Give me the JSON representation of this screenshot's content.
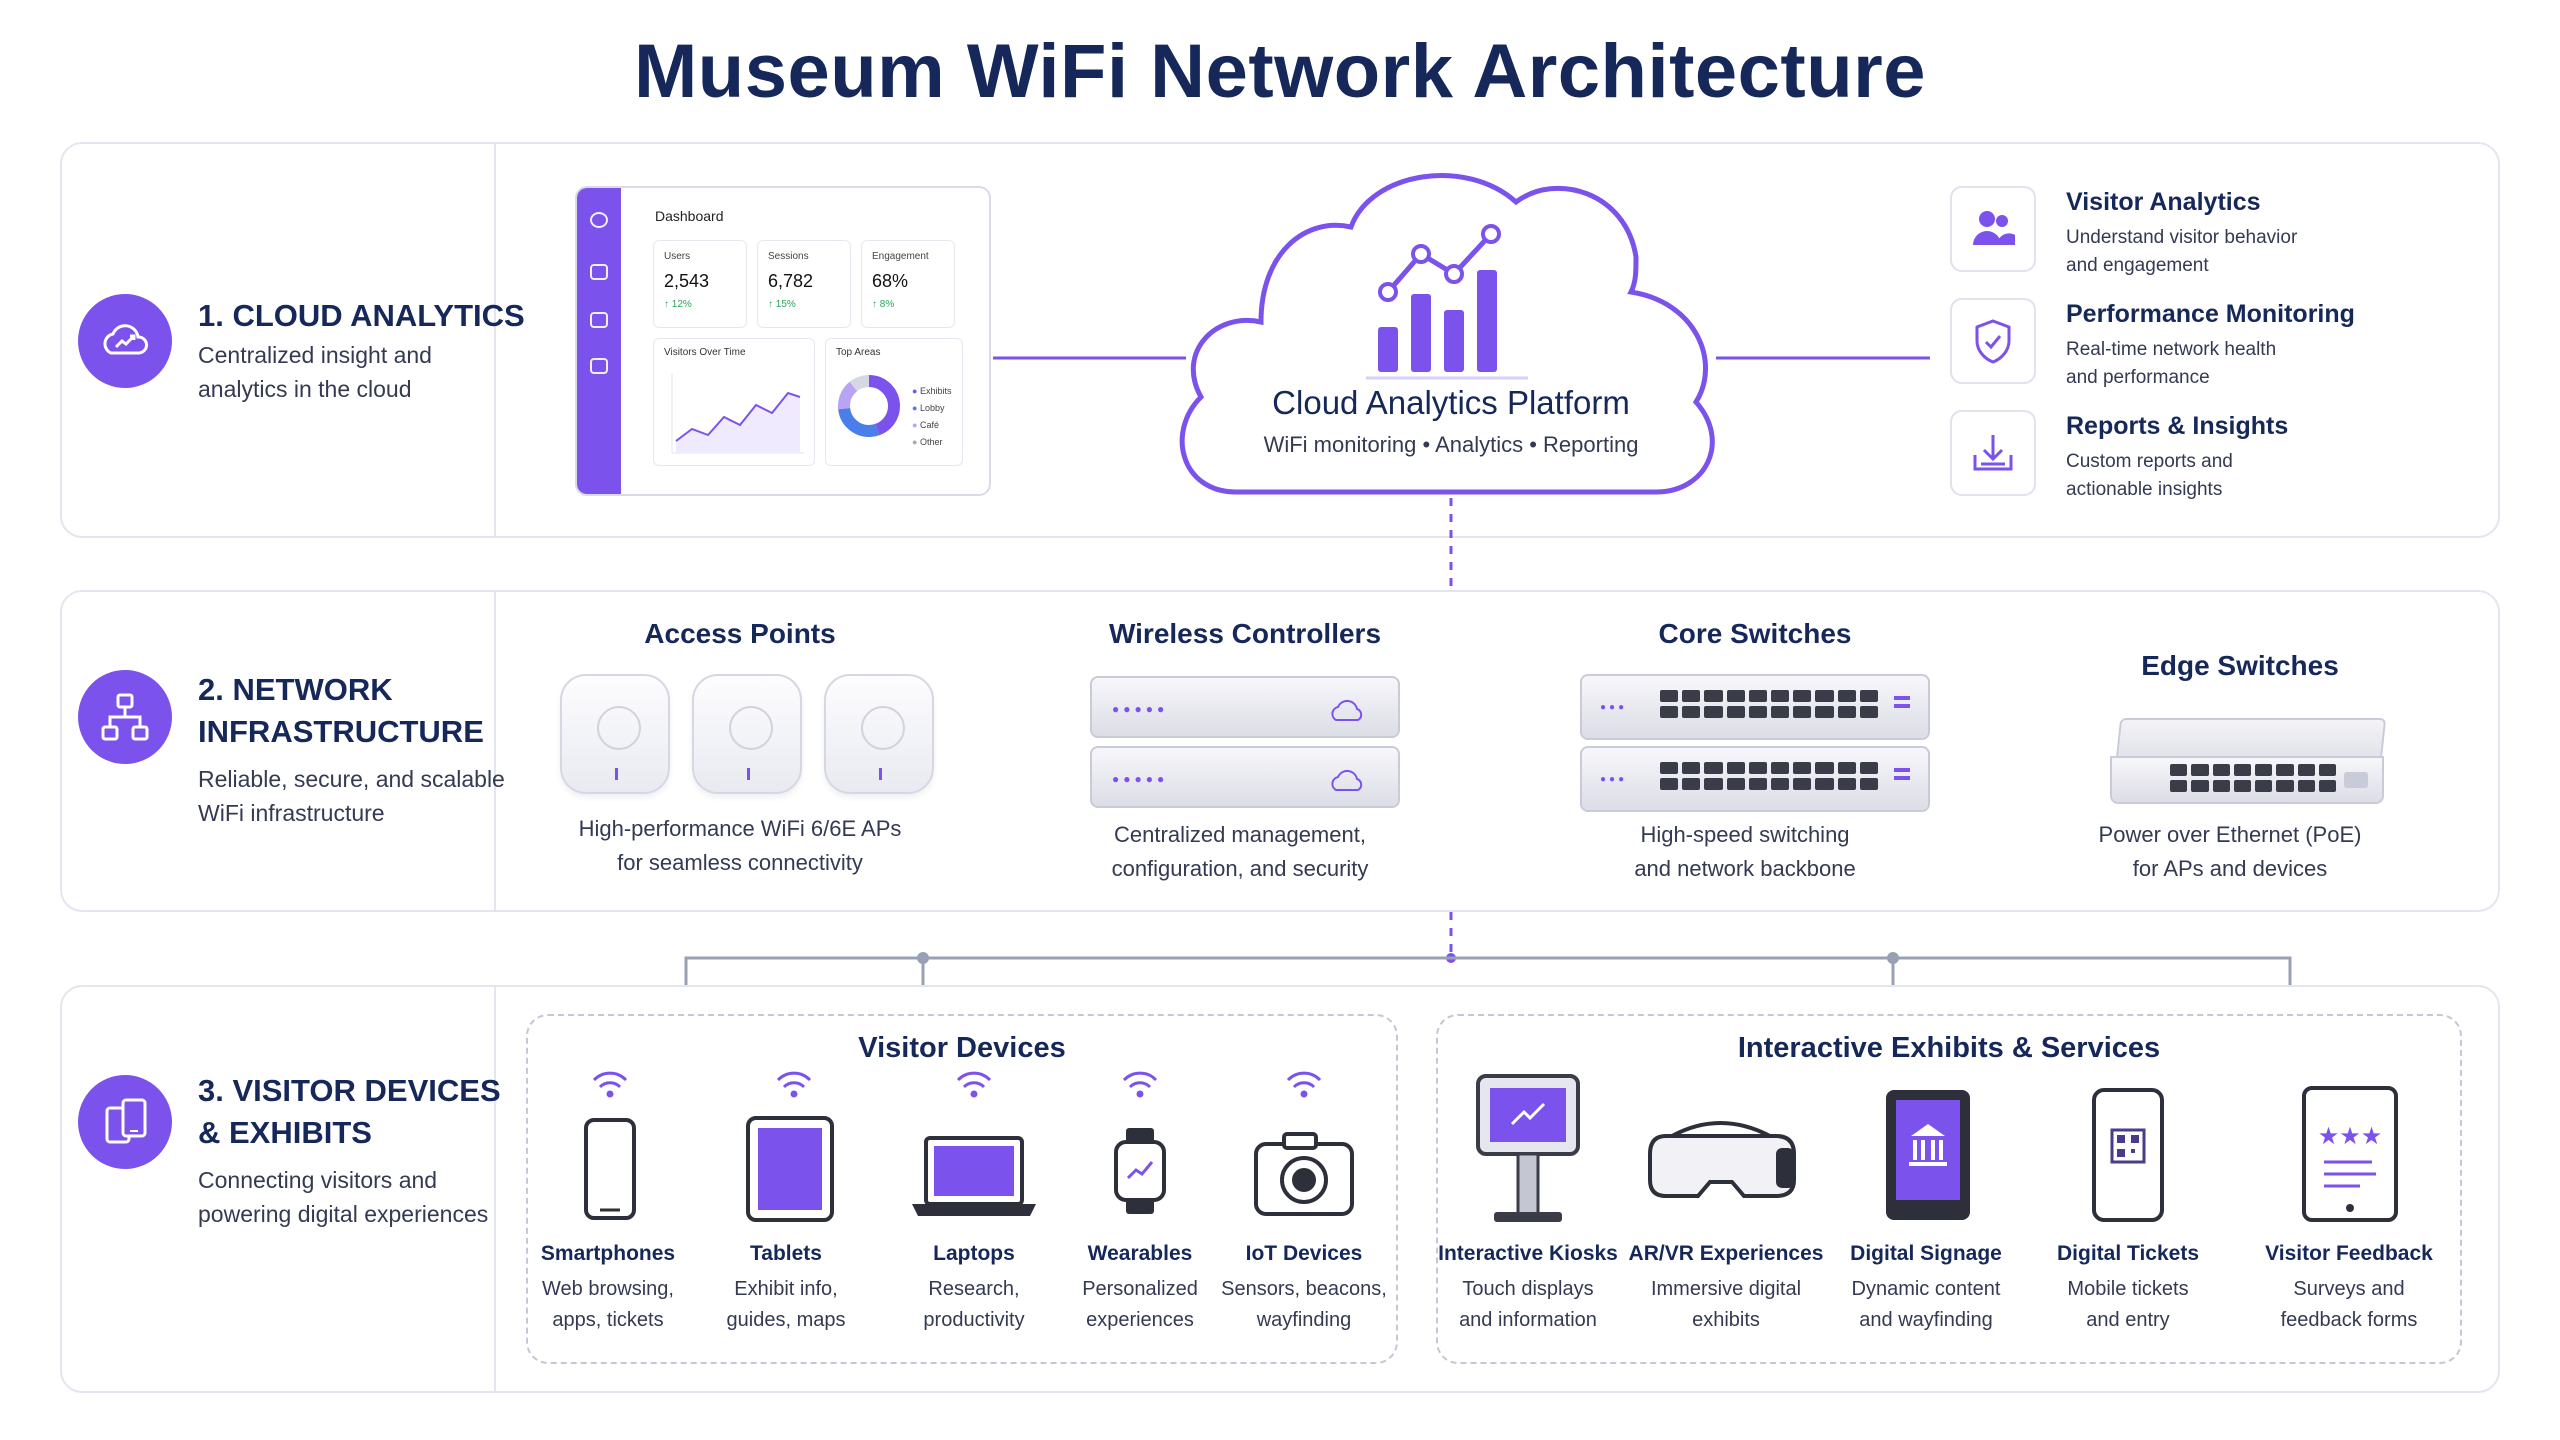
{
  "title": "Museum WiFi Network Architecture",
  "sections": {
    "cloud": {
      "title": "1. CLOUD ANALYTICS",
      "desc_line1": "Centralized insight and",
      "desc_line2": "analytics in the cloud"
    },
    "network": {
      "title_line1": "2. NETWORK",
      "title_line2": "INFRASTRUCTURE",
      "desc_line1": "Reliable, secure, and scalable",
      "desc_line2": "WiFi infrastructure"
    },
    "devices": {
      "title_line1": "3. VISITOR DEVICES",
      "title_line2": "& EXHIBITS",
      "desc_line1": "Connecting visitors and",
      "desc_line2": "powering digital experiences"
    }
  },
  "dashboard": {
    "title": "Dashboard",
    "kpis": [
      {
        "label": "Users",
        "value": "2,543",
        "change": "↑ 12%"
      },
      {
        "label": "Sessions",
        "value": "6,782",
        "change": "↑ 15%"
      },
      {
        "label": "Engagement",
        "value": "68%",
        "change": "↑ 8%"
      }
    ],
    "line_chart_label": "Visitors Over Time",
    "donut_label": "Top Areas",
    "donut_legend": [
      "Exhibits",
      "Lobby",
      "Café",
      "Other"
    ]
  },
  "cloud": {
    "title": "Cloud Analytics Platform",
    "subtitle": "WiFi monitoring • Analytics • Reporting"
  },
  "features": [
    {
      "title": "Visitor Analytics",
      "desc_line1": "Understand visitor behavior",
      "desc_line2": "and engagement",
      "icon": "users-icon"
    },
    {
      "title": "Performance Monitoring",
      "desc_line1": "Real-time network health",
      "desc_line2": "and performance",
      "icon": "shield-check-icon"
    },
    {
      "title": "Reports & Insights",
      "desc_line1": "Custom reports and",
      "desc_line2": "actionable insights",
      "icon": "download-report-icon"
    }
  ],
  "infrastructure": {
    "access_points": {
      "title": "Access Points",
      "desc_line1": "High-performance WiFi 6/6E APs",
      "desc_line2": "for seamless connectivity"
    },
    "controllers": {
      "title": "Wireless Controllers",
      "desc_line1": "Centralized management,",
      "desc_line2": "configuration, and security"
    },
    "core": {
      "title": "Core Switches",
      "desc_line1": "High-speed switching",
      "desc_line2": "and network backbone"
    },
    "edge": {
      "title": "Edge Switches",
      "desc_line1": "Power over Ethernet (PoE)",
      "desc_line2": "for APs and devices"
    }
  },
  "visitor_devices": {
    "title": "Visitor Devices",
    "items": [
      {
        "name": "Smartphones",
        "desc_line1": "Web browsing,",
        "desc_line2": "apps, tickets"
      },
      {
        "name": "Tablets",
        "desc_line1": "Exhibit info,",
        "desc_line2": "guides, maps"
      },
      {
        "name": "Laptops",
        "desc_line1": "Research,",
        "desc_line2": "productivity"
      },
      {
        "name": "Wearables",
        "desc_line1": "Personalized",
        "desc_line2": "experiences"
      },
      {
        "name": "IoT Devices",
        "desc_line1": "Sensors, beacons,",
        "desc_line2": "wayfinding"
      }
    ]
  },
  "exhibits": {
    "title": "Interactive Exhibits & Services",
    "items": [
      {
        "name": "Interactive Kiosks",
        "desc_line1": "Touch displays",
        "desc_line2": "and information"
      },
      {
        "name": "AR/VR Experiences",
        "desc_line1": "Immersive digital",
        "desc_line2": "exhibits"
      },
      {
        "name": "Digital Signage",
        "desc_line1": "Dynamic content",
        "desc_line2": "and wayfinding"
      },
      {
        "name": "Digital Tickets",
        "desc_line1": "Mobile tickets",
        "desc_line2": "and entry"
      },
      {
        "name": "Visitor Feedback",
        "desc_line1": "Surveys and",
        "desc_line2": "feedback forms"
      }
    ]
  },
  "colors": {
    "accent": "#7b52ec",
    "title": "#16285a",
    "border": "#e3e5ef"
  }
}
